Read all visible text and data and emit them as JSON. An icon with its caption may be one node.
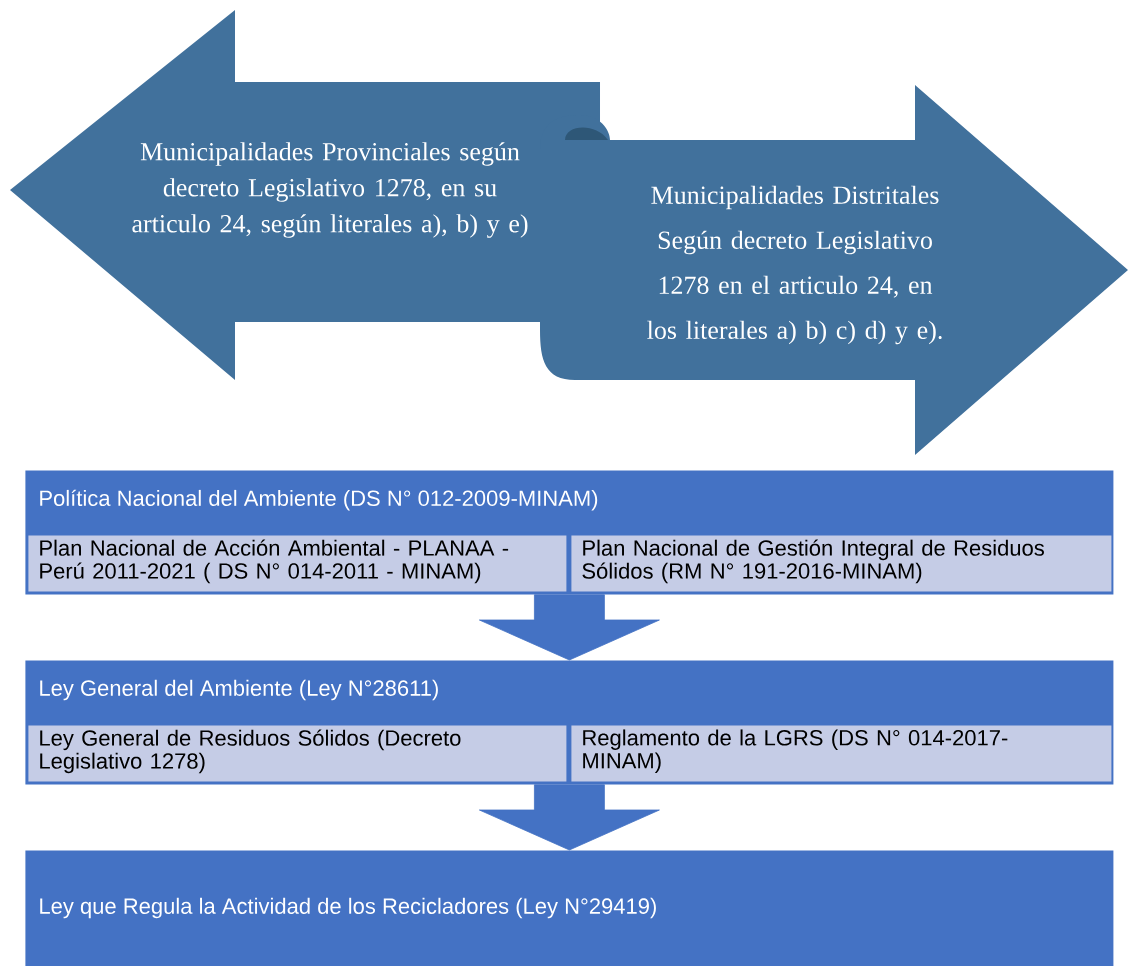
{
  "diagram": {
    "nodes": [
      {
        "text": [
          "Municipalidades Provinciales según decreto Legislativo 1278, en su articulo 24, según literales a), b) y e)"
        ]
      },
      {
        "text": [
          "Municipalidades Distritales Según decreto Legislativo 1278 en el articulo 24, en los literales a) b) c) d) y e)."
        ]
      },
      {
        "text": [
          "Política Nacional del Ambiente (DS N° 012-2009-MINAM)"
        ]
      },
      {
        "text": [
          "Plan Nacional de Acción Ambiental - PLANAA - Perú 2011-2021 ( DS N° 014-2011 - MINAM)"
        ],
        "in": 2
      },
      {
        "text": [
          "Plan Nacional de Gestión Integral de Residuos Sólidos (RM N° 191-2016-MINAM)"
        ],
        "in": 2
      },
      {
        "text": [
          "Ley General del Ambiente (Ley N°28611)"
        ]
      },
      {
        "text": [
          "Ley General de Residuos Sólidos (Decreto Legislativo 1278)"
        ],
        "in": 5
      },
      {
        "text": [
          "Reglamento de la LGRS (DS N° 014-2017-MINAM)"
        ],
        "in": 5
      },
      {
        "text": [
          "Ley que Regula la Actividad de los Recicladores (Ley N°29419)"
        ]
      }
    ],
    "edges": [
      {
        "from": 2,
        "to": 5,
        "arrow": "to"
      },
      {
        "from": 5,
        "to": 8,
        "arrow": "to"
      }
    ]
  }
}
